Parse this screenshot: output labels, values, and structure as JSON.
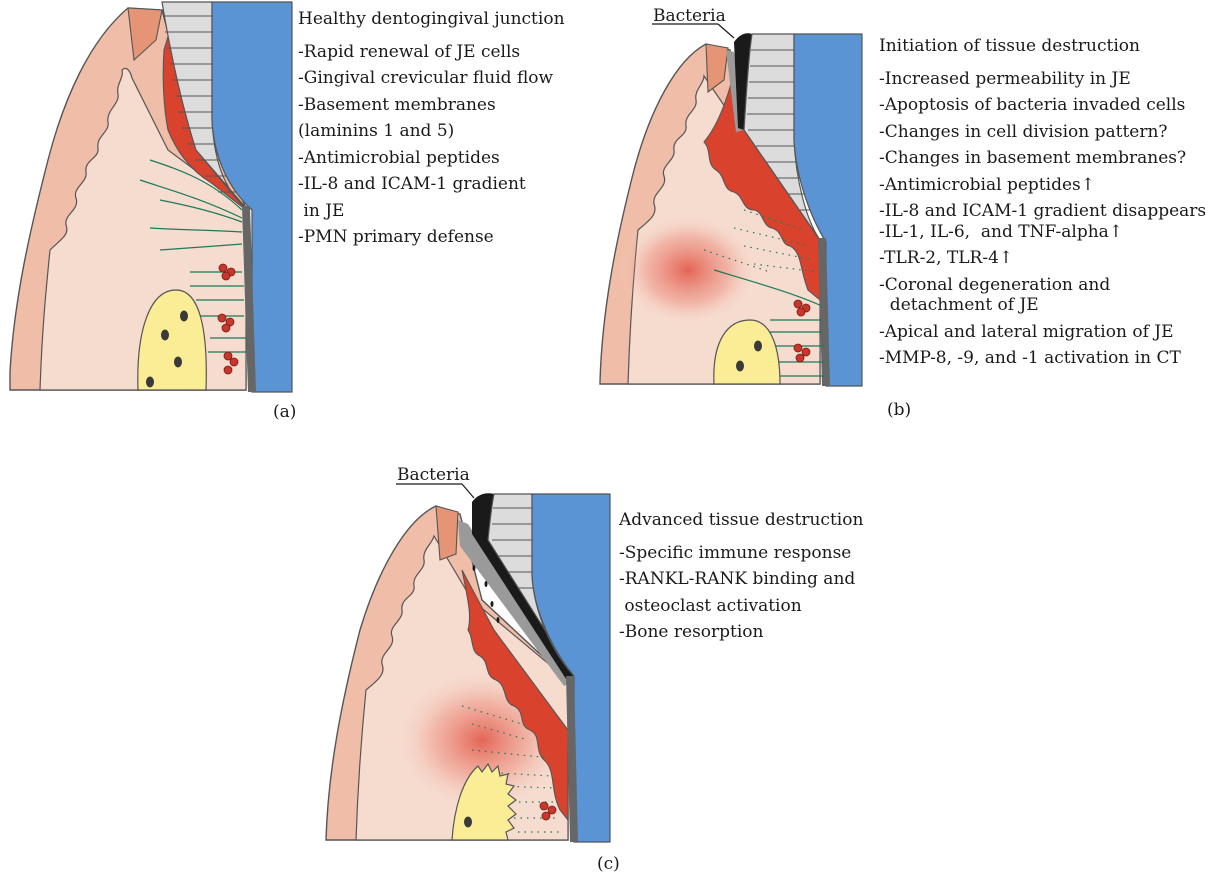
{
  "panels": [
    {
      "id": "a",
      "caption": "(a)",
      "title": "Healthy dentogingival junction",
      "lines": [
        "-Rapid renewal of JE cells",
        "-Gingival crevicular fluid flow",
        "-Basement membranes",
        "(laminins 1 and 5)",
        "-Antimicrobial peptides",
        "-IL-8 and ICAM-1 gradient",
        " in JE",
        "-PMN primary defense"
      ]
    },
    {
      "id": "b",
      "caption": "(b)",
      "bacteria_label": "Bacteria",
      "title": "Initiation of tissue destruction",
      "lines": [
        "-Increased permeability in JE",
        "-Apoptosis of bacteria invaded cells",
        "-Changes in cell division pattern?",
        "-Changes in basement membranes?",
        "-Antimicrobial peptides↑",
        "-IL-8 and ICAM-1 gradient disappears",
        "-IL-1, IL-6,  and TNF-alpha↑",
        "-TLR-2, TLR-4↑",
        "-Coronal degeneration and",
        "  detachment of JE",
        "-Apical and lateral migration of JE",
        "-MMP-8, -9, and -1 activation in CT"
      ]
    },
    {
      "id": "c",
      "caption": "(c)",
      "bacteria_label": "Bacteria",
      "title": "Advanced tissue destruction",
      "lines": [
        "-Specific immune response",
        "-RANKL-RANK binding and",
        " osteoclast activation",
        "-Bone resorption"
      ]
    }
  ],
  "colors": {
    "gingiva": "#f0bea8",
    "connective_tissue": "#f6dccf",
    "junctional_epithelium": "#d9432e",
    "sulcular_epithelium": "#e59476",
    "enamel": "#dcdcdc",
    "tooth": "#5a94d4",
    "bone": "#fbed96",
    "fibers": "#1b7a5a",
    "cementum": "#666666",
    "biofilm": "#1a1a1a",
    "inflammation": "#e05040",
    "pmn": "#c8372c"
  }
}
